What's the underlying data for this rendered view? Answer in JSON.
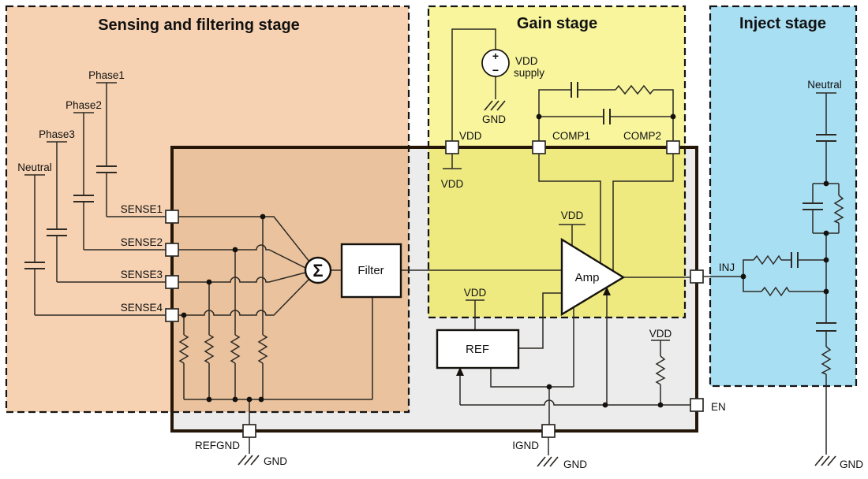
{
  "diagram": {
    "stages": {
      "sensing": {
        "title": "Sensing and filtering stage",
        "bg": "#f7d2b2",
        "bg_over_ic": "#eac29d"
      },
      "gain": {
        "title": "Gain stage",
        "bg": "#f8f59c",
        "bg_over_ic": "#eeea80"
      },
      "inject": {
        "title": "Inject stage",
        "bg": "#a9dff3"
      }
    },
    "ic": {
      "fill": "#ececec",
      "border_color": "#241708"
    },
    "inputs": {
      "phase1": "Phase1",
      "phase2": "Phase2",
      "phase3": "Phase3",
      "neutral": "Neutral"
    },
    "pins": {
      "sense1": "SENSE1",
      "sense2": "SENSE2",
      "sense3": "SENSE3",
      "sense4": "SENSE4",
      "vdd": "VDD",
      "comp1": "COMP1",
      "comp2": "COMP2",
      "inj": "INJ",
      "en": "EN",
      "refgnd": "REFGND",
      "ignd": "IGND"
    },
    "blocks": {
      "sigma": "Σ",
      "filter": "Filter",
      "ref": "REF",
      "amp": "Amp"
    },
    "power": {
      "vdd": "VDD",
      "gnd": "GND",
      "supply_line1": "VDD",
      "supply_line2": "supply",
      "plus": "+",
      "minus": "−"
    },
    "inject_labels": {
      "neutral": "Neutral",
      "gnd": "GND"
    },
    "wire_color": "#2d2a25"
  }
}
